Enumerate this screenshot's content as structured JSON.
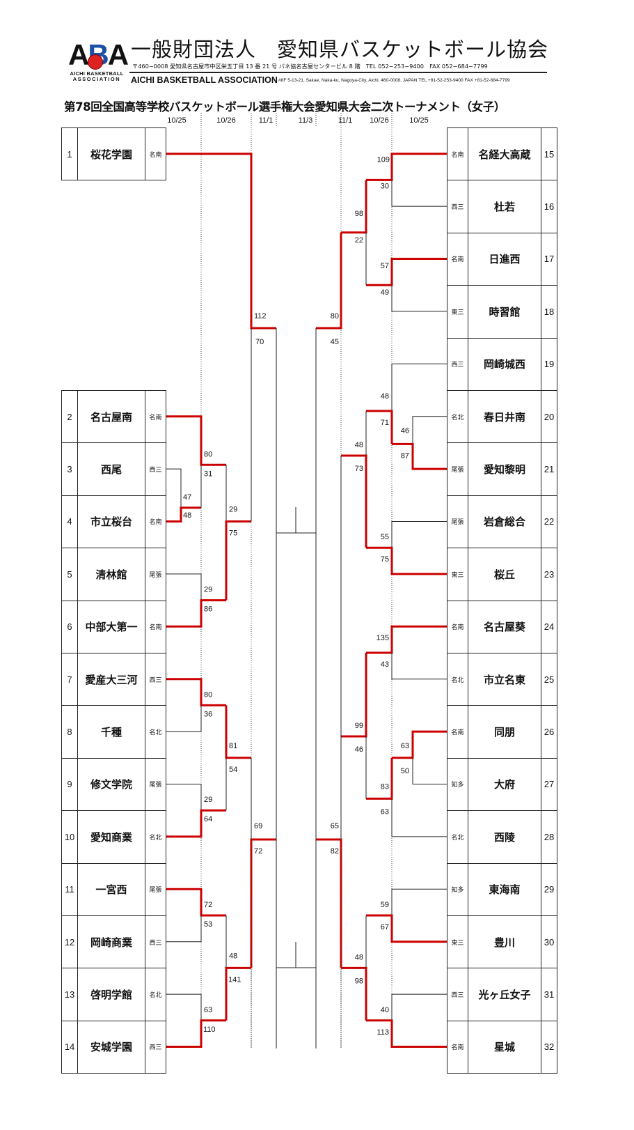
{
  "header": {
    "logo_abbr": "ABA",
    "logo_subtitle_1": "AICHI BASKETBALL",
    "logo_subtitle_2": "ASSOCIATION",
    "org_name_jp": "一般財団法人　愛知県バスケットボール協会",
    "address_jp": "〒460−0008 愛知県名古屋市中区栄五丁目 13 番 21 号 バネ協名古屋センタービル 8 階　TEL 052−253−9400　FAX 052−684−7799",
    "org_name_en": "AICHI BASKETBALL ASSOCIATION",
    "address_en": "#8F 5-13-21, Sakae, Naka-ku, Nagoya-City, Aichi, 460-0008, JAPAN TEL +81-52-253-9400 FAX +81-52-684-7799"
  },
  "title": "第78回全国高等学校バスケットボール選手権大会愛知県大会二次トーナメント（女子）",
  "round_dates": [
    "10/25",
    "10/26",
    "11/1",
    "11/3",
    "11/1",
    "10/26",
    "10/25"
  ],
  "colors": {
    "winner_line": "#cc0000",
    "line": "#222222"
  },
  "left_teams": [
    {
      "seed": "1",
      "name": "桜花学園",
      "region": "名南"
    },
    {
      "seed": "2",
      "name": "名古屋南",
      "region": "名南"
    },
    {
      "seed": "3",
      "name": "西尾",
      "region": "西三"
    },
    {
      "seed": "4",
      "name": "市立桜台",
      "region": "名南"
    },
    {
      "seed": "5",
      "name": "清林館",
      "region": "尾張"
    },
    {
      "seed": "6",
      "name": "中部大第一",
      "region": "名南"
    },
    {
      "seed": "7",
      "name": "愛産大三河",
      "region": "西三"
    },
    {
      "seed": "8",
      "name": "千種",
      "region": "名北"
    },
    {
      "seed": "9",
      "name": "修文学院",
      "region": "尾張"
    },
    {
      "seed": "10",
      "name": "愛知商業",
      "region": "名北"
    },
    {
      "seed": "11",
      "name": "一宮西",
      "region": "尾張"
    },
    {
      "seed": "12",
      "name": "岡崎商業",
      "region": "西三"
    },
    {
      "seed": "13",
      "name": "啓明学館",
      "region": "名北"
    },
    {
      "seed": "14",
      "name": "安城学園",
      "region": "西三"
    }
  ],
  "right_teams": [
    {
      "seed": "15",
      "name": "名経大高蔵",
      "region": "名南"
    },
    {
      "seed": "16",
      "name": "杜若",
      "region": "西三"
    },
    {
      "seed": "17",
      "name": "日進西",
      "region": "名南"
    },
    {
      "seed": "18",
      "name": "時習館",
      "region": "東三"
    },
    {
      "seed": "19",
      "name": "岡崎城西",
      "region": "西三"
    },
    {
      "seed": "20",
      "name": "春日井南",
      "region": "名北"
    },
    {
      "seed": "21",
      "name": "愛知黎明",
      "region": "尾張"
    },
    {
      "seed": "22",
      "name": "岩倉総合",
      "region": "尾張"
    },
    {
      "seed": "23",
      "name": "桜丘",
      "region": "東三"
    },
    {
      "seed": "24",
      "name": "名古屋葵",
      "region": "名南"
    },
    {
      "seed": "25",
      "name": "市立名東",
      "region": "名北"
    },
    {
      "seed": "26",
      "name": "同朋",
      "region": "名南"
    },
    {
      "seed": "27",
      "name": "大府",
      "region": "知多"
    },
    {
      "seed": "28",
      "name": "西陵",
      "region": "名北"
    },
    {
      "seed": "29",
      "name": "東海南",
      "region": "知多"
    },
    {
      "seed": "30",
      "name": "豊川",
      "region": "東三"
    },
    {
      "seed": "31",
      "name": "光ヶ丘女子",
      "region": "西三"
    },
    {
      "seed": "32",
      "name": "星城",
      "region": "名南"
    }
  ],
  "scores": {
    "L_r1_3v4": [
      "47",
      "48"
    ],
    "L_r2_2v34": [
      "80",
      "31"
    ],
    "L_r2_5v6": [
      "29",
      "86"
    ],
    "L_r3_top": [
      "29",
      "75"
    ],
    "L_r4_top": [
      "112",
      "70"
    ],
    "L_r2_7v8": [
      "80",
      "36"
    ],
    "L_r2_9v10": [
      "29",
      "64"
    ],
    "L_r3_mid": [
      "81",
      "54"
    ],
    "L_r2_11v12": [
      "72",
      "53"
    ],
    "L_r2_13v14": [
      "63",
      "110"
    ],
    "L_r3_bot": [
      "48",
      "141"
    ],
    "L_r4_bot": [
      "69",
      "72"
    ],
    "R_r2_15v16": [
      "109",
      "30"
    ],
    "R_r2_17v18": [
      "57",
      "49"
    ],
    "R_r3_a": [
      "98",
      "22"
    ],
    "R_r4_top": [
      "80",
      "45"
    ],
    "R_r1_20v21": [
      "46",
      "87"
    ],
    "R_r2_19v2021": [
      "48",
      "71"
    ],
    "R_r2_22v23": [
      "55",
      "75"
    ],
    "R_r3_b": [
      "48",
      "73"
    ],
    "R_r2_24v25": [
      "135",
      "43"
    ],
    "R_r1_26v27": [
      "63",
      "50"
    ],
    "R_r2_2627v28": [
      "83",
      "63"
    ],
    "R_r3_c": [
      "99",
      "46"
    ],
    "R_r2_29v30": [
      "59",
      "67"
    ],
    "R_r2_31v32": [
      "40",
      "113"
    ],
    "R_r3_d": [
      "48",
      "98"
    ],
    "R_r4_bot": [
      "65",
      "82"
    ]
  }
}
